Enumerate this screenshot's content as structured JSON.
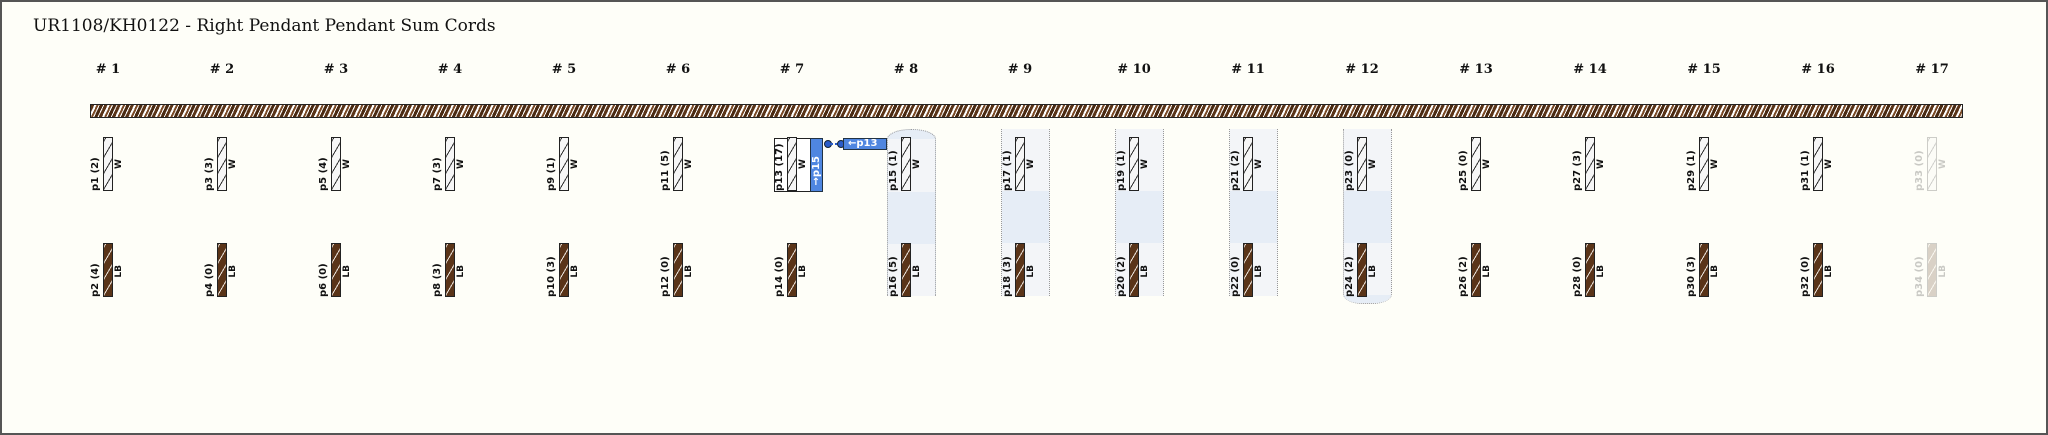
{
  "title": "UR1108/KH0122 - Right Pendant Pendant Sum Cords",
  "colors": {
    "W": "#f6f6f6",
    "LB": "#5a3418",
    "highlight": "#e6edf6",
    "accent": "#4f86e0"
  },
  "sum_link": {
    "source": "p13",
    "target_label": "→p15",
    "ref_label": "←p13"
  },
  "columns": [
    {
      "header": "# 1",
      "top": {
        "label": "p1 (2)",
        "color": "W"
      },
      "bottom": {
        "label": "p2 (4)",
        "color": "LB"
      }
    },
    {
      "header": "# 2",
      "top": {
        "label": "p3 (3)",
        "color": "W"
      },
      "bottom": {
        "label": "p4 (0)",
        "color": "LB"
      }
    },
    {
      "header": "# 3",
      "top": {
        "label": "p5 (4)",
        "color": "W"
      },
      "bottom": {
        "label": "p6 (0)",
        "color": "LB"
      }
    },
    {
      "header": "# 4",
      "top": {
        "label": "p7 (3)",
        "color": "W"
      },
      "bottom": {
        "label": "p8 (3)",
        "color": "LB"
      }
    },
    {
      "header": "# 5",
      "top": {
        "label": "p9 (1)",
        "color": "W"
      },
      "bottom": {
        "label": "p10 (3)",
        "color": "LB"
      }
    },
    {
      "header": "# 6",
      "top": {
        "label": "p11 (5)",
        "color": "W"
      },
      "bottom": {
        "label": "p12 (0)",
        "color": "LB"
      }
    },
    {
      "header": "# 7",
      "top": {
        "label": "p13 (17)",
        "color": "W"
      },
      "bottom": {
        "label": "p14 (0)",
        "color": "LB"
      },
      "sum": true
    },
    {
      "header": "# 8",
      "top": {
        "label": "p15 (1)",
        "color": "W"
      },
      "bottom": {
        "label": "p16 (5)",
        "color": "LB"
      },
      "highlight": "top"
    },
    {
      "header": "# 9",
      "top": {
        "label": "p17 (1)",
        "color": "W"
      },
      "bottom": {
        "label": "p18 (3)",
        "color": "LB"
      },
      "highlight": "mid"
    },
    {
      "header": "# 10",
      "top": {
        "label": "p19 (1)",
        "color": "W"
      },
      "bottom": {
        "label": "p20 (2)",
        "color": "LB"
      },
      "highlight": "mid"
    },
    {
      "header": "# 11",
      "top": {
        "label": "p21 (2)",
        "color": "W"
      },
      "bottom": {
        "label": "p22 (0)",
        "color": "LB"
      },
      "highlight": "mid"
    },
    {
      "header": "# 12",
      "top": {
        "label": "p23 (0)",
        "color": "W"
      },
      "bottom": {
        "label": "p24 (2)",
        "color": "LB"
      },
      "highlight": "bottom"
    },
    {
      "header": "# 13",
      "top": {
        "label": "p25 (0)",
        "color": "W"
      },
      "bottom": {
        "label": "p26 (2)",
        "color": "LB"
      }
    },
    {
      "header": "# 14",
      "top": {
        "label": "p27 (3)",
        "color": "W"
      },
      "bottom": {
        "label": "p28 (0)",
        "color": "LB"
      }
    },
    {
      "header": "# 15",
      "top": {
        "label": "p29 (1)",
        "color": "W"
      },
      "bottom": {
        "label": "p30 (3)",
        "color": "LB"
      }
    },
    {
      "header": "# 16",
      "top": {
        "label": "p31 (1)",
        "color": "W"
      },
      "bottom": {
        "label": "p32 (0)",
        "color": "LB"
      }
    },
    {
      "header": "# 17",
      "top": {
        "label": "p33 (0)",
        "color": "W"
      },
      "bottom": {
        "label": "p34 (0)",
        "color": "LB"
      },
      "faded": true
    }
  ]
}
